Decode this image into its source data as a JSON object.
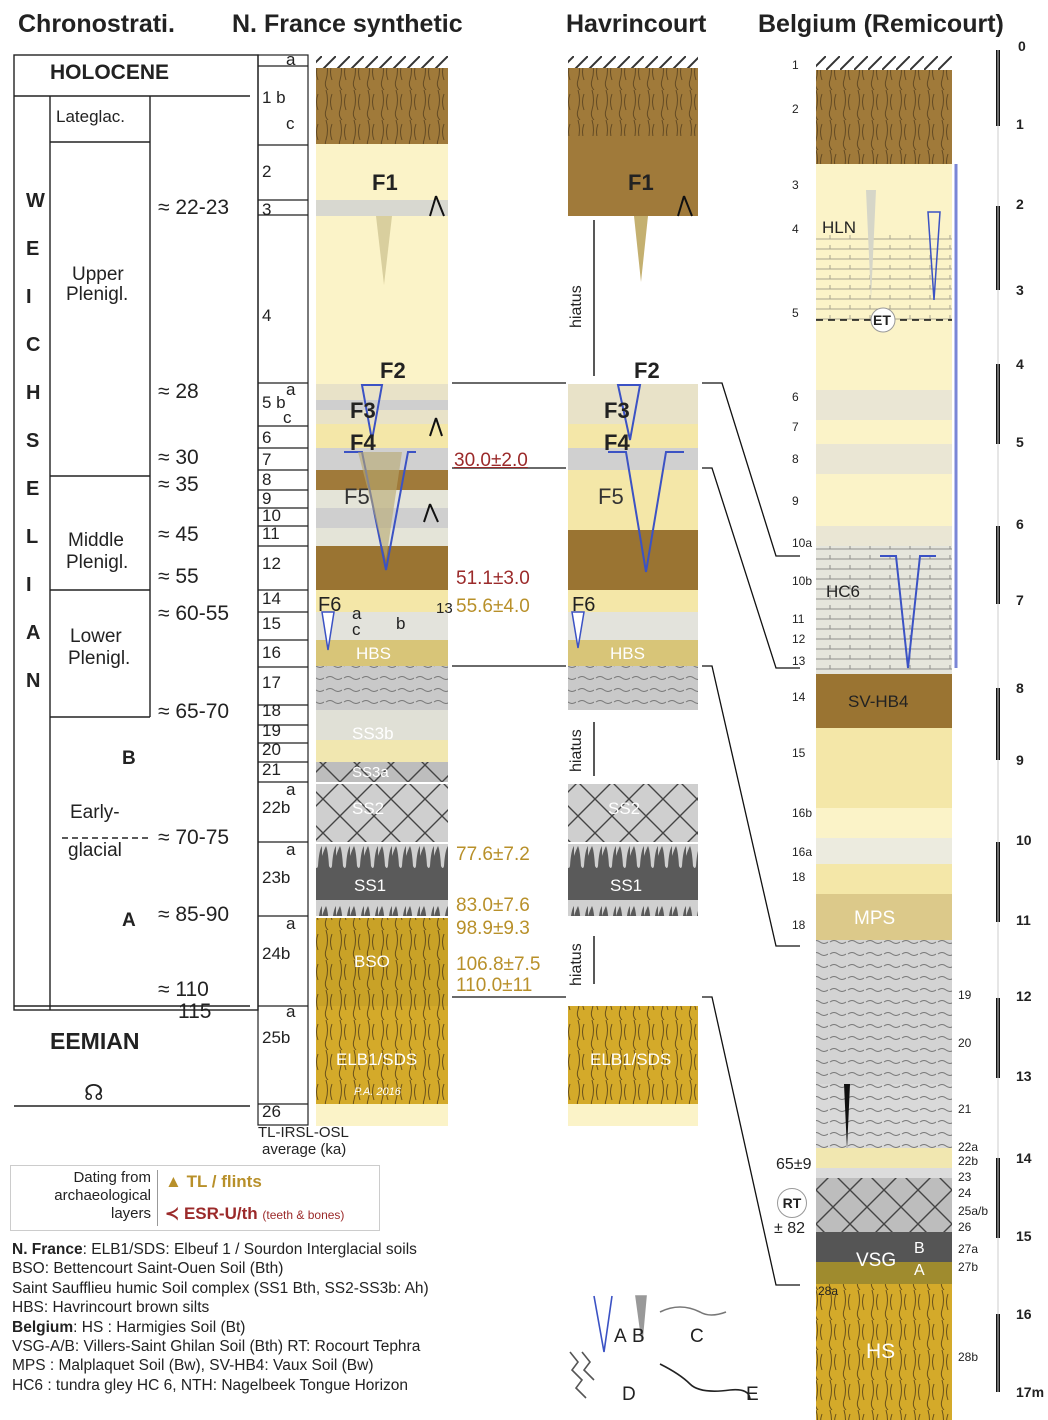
{
  "headers": {
    "chrono": "Chronostrati.",
    "nfrance": "N. France synthetic",
    "havrincourt": "Havrincourt",
    "belgium": "Belgium (Remicourt)"
  },
  "chrono": {
    "holocene": "HOLOCENE",
    "lateglac": "Lateglac.",
    "upper1": "Upper",
    "upper2": "Plenigl.",
    "middle1": "Middle",
    "middle2": "Plenigl.",
    "lower1": "Lower",
    "lower2": "Plenigl.",
    "early1": "Early-",
    "early2": "glacial",
    "b": "B",
    "a": "A",
    "eemian": "EEMIAN",
    "weichselian": [
      "W",
      "E",
      "I",
      "C",
      "H",
      "S",
      "E",
      "L",
      "I",
      "A",
      "N"
    ]
  },
  "ages": [
    "≈ 22-23",
    "≈ 28",
    "≈ 30",
    "≈ 35",
    "≈ 45",
    "≈ 55",
    "≈ 60-55",
    "≈ 65-70",
    "≈ 70-75",
    "≈ 85-90",
    "≈ 110",
    "115"
  ],
  "layers": [
    "a",
    "1 b",
    "c",
    "2",
    "3",
    "4",
    "a",
    "5 b",
    "c",
    "6",
    "7",
    "8",
    "9",
    "10",
    "11",
    "12",
    "14",
    "15",
    "16",
    "17",
    "18",
    "19",
    "20",
    "21",
    "a",
    "22b",
    "a",
    "23b",
    "a",
    "24b",
    "a",
    "25b",
    "26"
  ],
  "tl_caption": [
    "TL-IRSL-OSL",
    "average (ka)"
  ],
  "dates": {
    "esr1": "30.0±2.0",
    "esr2": "51.1±3.0",
    "tl1": "55.6±4.0",
    "tl2": "77.6±7.2",
    "tl3": "83.0±7.6",
    "tl4": "98.9±9.3",
    "tl5": "106.8±7.5",
    "tl6": "110.0±11"
  },
  "units": {
    "f1": "F1",
    "f2": "F2",
    "f3": "F3",
    "f4": "F4",
    "f5": "F5",
    "f6": "F6",
    "hbs": "HBS",
    "ss3b": "SS3b",
    "ss3a": "SS3a",
    "ss2": "SS2",
    "ss1": "SS1",
    "bso": "BSO",
    "elb": "ELB1/SDS",
    "pa": "P.A. 2016",
    "hiatus": "hiatus",
    "f6a": "a",
    "f6b": "b",
    "f6c": "c",
    "n13": "13"
  },
  "belgium": {
    "nums": [
      "1",
      "2",
      "3",
      "4",
      "5",
      "6",
      "7",
      "8",
      "9",
      "10a",
      "10b",
      "11",
      "12",
      "13",
      "14",
      "15",
      "16b",
      "16a",
      "18",
      "18",
      "19",
      "20",
      "21",
      "22a",
      "22b",
      "23",
      "24",
      "25a/b",
      "26",
      "27a",
      "27b",
      "28a",
      "28b"
    ],
    "hln": "HLN",
    "et": "ET",
    "hc6": "HC6",
    "svhb4": "SV-HB4",
    "mps": "MPS",
    "vsg": "VSG",
    "vsgb": "B",
    "vsga": "A",
    "hs": "HS",
    "rt": "RT",
    "d1": "65±9",
    "d2": "± 82"
  },
  "scale": [
    "0",
    "1",
    "2",
    "3",
    "4",
    "5",
    "6",
    "7",
    "8",
    "9",
    "10",
    "11",
    "12",
    "13",
    "14",
    "15",
    "16",
    "17m"
  ],
  "dating_box": {
    "title": [
      "Dating from",
      "archaeological",
      "layers"
    ],
    "tl": "TL / flints",
    "esr": "ESR-U/th",
    "esr_sub": "(teeth & bones)"
  },
  "legend": [
    {
      "bold": "N. France",
      "text": ": ELB1/SDS: Elbeuf 1 / Sourdon Interglacial soils"
    },
    {
      "bold": "",
      "text": "BSO: Bettencourt Saint-Ouen Soil (Bth)"
    },
    {
      "bold": "",
      "text": "Saint Saufflieu humic Soil complex (SS1 Bth, SS2-SS3b: Ah)"
    },
    {
      "bold": "",
      "text": "HBS: Havrincourt brown silts"
    },
    {
      "bold": "Belgium",
      "text": ": HS : Harmigies Soil (Bt)"
    },
    {
      "bold": "",
      "text": "VSG-A/B: Villers-Saint Ghilan Soil (Bth) RT: Rocourt Tephra"
    },
    {
      "bold": "",
      "text": "MPS : Malplaquet Soil (Bw), SV-HB4: Vaux Soil (Bw)"
    },
    {
      "bold": "",
      "text": "HC6 : tundra gley HC 6, NTH: Nagelbeek Tongue Horizon"
    }
  ],
  "symbols": {
    "a": "A",
    "b": "B",
    "c": "C",
    "d": "D",
    "e": "E"
  },
  "colors": {
    "brown": "#a07a3a",
    "pale": "#fbf3c8",
    "light": "#f4e7a8",
    "grey": "#c9c9c9",
    "dark": "#6b6b6b",
    "gold": "#c9a227",
    "tl": "#b8902a",
    "esr": "#9b2a2a",
    "blue": "#3b52c4"
  }
}
